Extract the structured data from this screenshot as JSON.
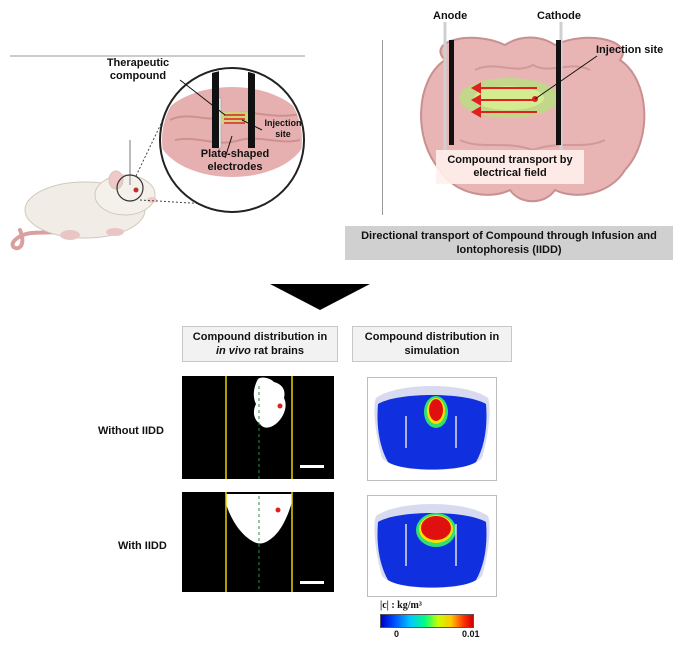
{
  "top_left": {
    "label_compound": "Therapeutic compound",
    "label_injection": "Injection site",
    "label_electrodes": "Plate-shaped electrodes"
  },
  "top_right": {
    "label_anode": "Anode",
    "label_cathode": "Cathode",
    "label_injection": "Injection site",
    "transport_box": "Compound transport by electrical field"
  },
  "banner": "Directional transport of Compound through Infusion and Iontophoresis (IIDD)",
  "headers": {
    "invivo_line1": "Compound distribution in",
    "invivo_line2_italic": "in vivo",
    "invivo_line2_rest": " rat brains",
    "sim_line1": "Compound distribution in",
    "sim_line2": "simulation"
  },
  "rows": [
    {
      "label": "Without IIDD"
    },
    {
      "label": "With IIDD"
    }
  ],
  "colorbar": {
    "title": "|c| : kg/m³",
    "min": "0",
    "max": "0.01"
  },
  "colors": {
    "brain": "#e8b4b4",
    "electrode": "#111111",
    "arrow": "#e02020",
    "electrode_yellow": "#f0d000",
    "sim_blue": "#1030e0"
  }
}
